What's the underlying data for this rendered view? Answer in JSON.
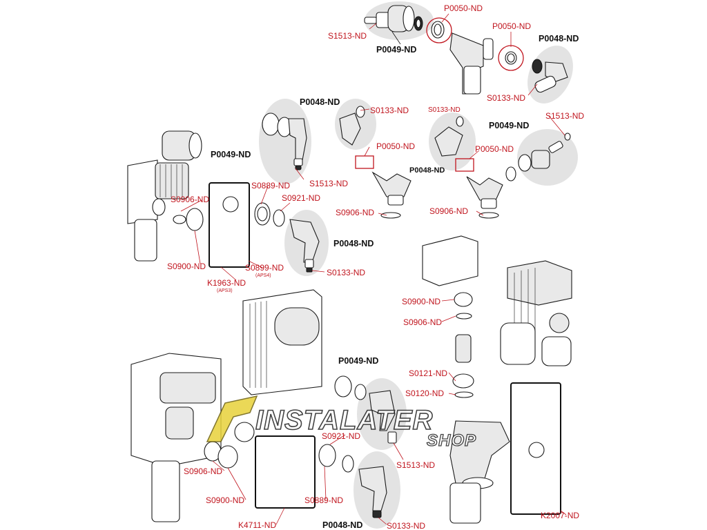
{
  "diagram": {
    "labels": {
      "s1513_top": "S1513-ND",
      "p0049_top": "P0049-ND",
      "p0050_top_a": "P0050-ND",
      "p0050_top_b": "P0050-ND",
      "p0048_top": "P0048-ND",
      "s0133_top": "S0133-ND",
      "p0048_midleft": "P0048-ND",
      "s0133_midleft": "S0133-ND",
      "s0133_mid": "S0133-ND",
      "p0049_left": "P0049-ND",
      "p0049_right": "P0049-ND",
      "s1513_right": "S1513-ND",
      "p0050_mid_a": "P0050-ND",
      "p0050_mid_b": "P0050-ND",
      "p0048_hidden": "P0048-ND",
      "s1513_left": "S1513-ND",
      "s0889_left": "S0889-ND",
      "s0921_left": "S0921-ND",
      "s0906_left": "S0906-ND",
      "s0906_mid_a": "S0906-ND",
      "s0906_mid_b": "S0906-ND",
      "p0048_left": "P0048-ND",
      "s0900_left": "S0900-ND",
      "s0899": "S0899-ND",
      "aps4": "(APS4)",
      "k1963": "K1963-ND",
      "aps3": "(APS3)",
      "s0133_left": "S0133-ND",
      "s0900_right": "S0900-ND",
      "s0906_right": "S0906-ND",
      "s0121": "S0121-ND",
      "s0120": "S0120-ND",
      "p0049_bottom": "P0049-ND",
      "s0921_bottom": "S0921-ND",
      "s1513_bottom": "S1513-ND",
      "s0906_bottom": "S0906-ND",
      "s0900_bottom": "S0900-ND",
      "s0889_bottom": "S0889-ND",
      "k4711": "K4711-ND",
      "p0048_bottom": "P0048-ND",
      "s0133_bottom": "S0133-ND",
      "k2007": "K2007-ND"
    },
    "watermark": {
      "brand": "INSTALATER",
      "sub": "SHOP"
    },
    "colors": {
      "label_red": "#c0141d",
      "label_black": "#111111",
      "highlight_grey": "#e3e3e3",
      "watermark_yellow": "#e8d23a"
    }
  }
}
